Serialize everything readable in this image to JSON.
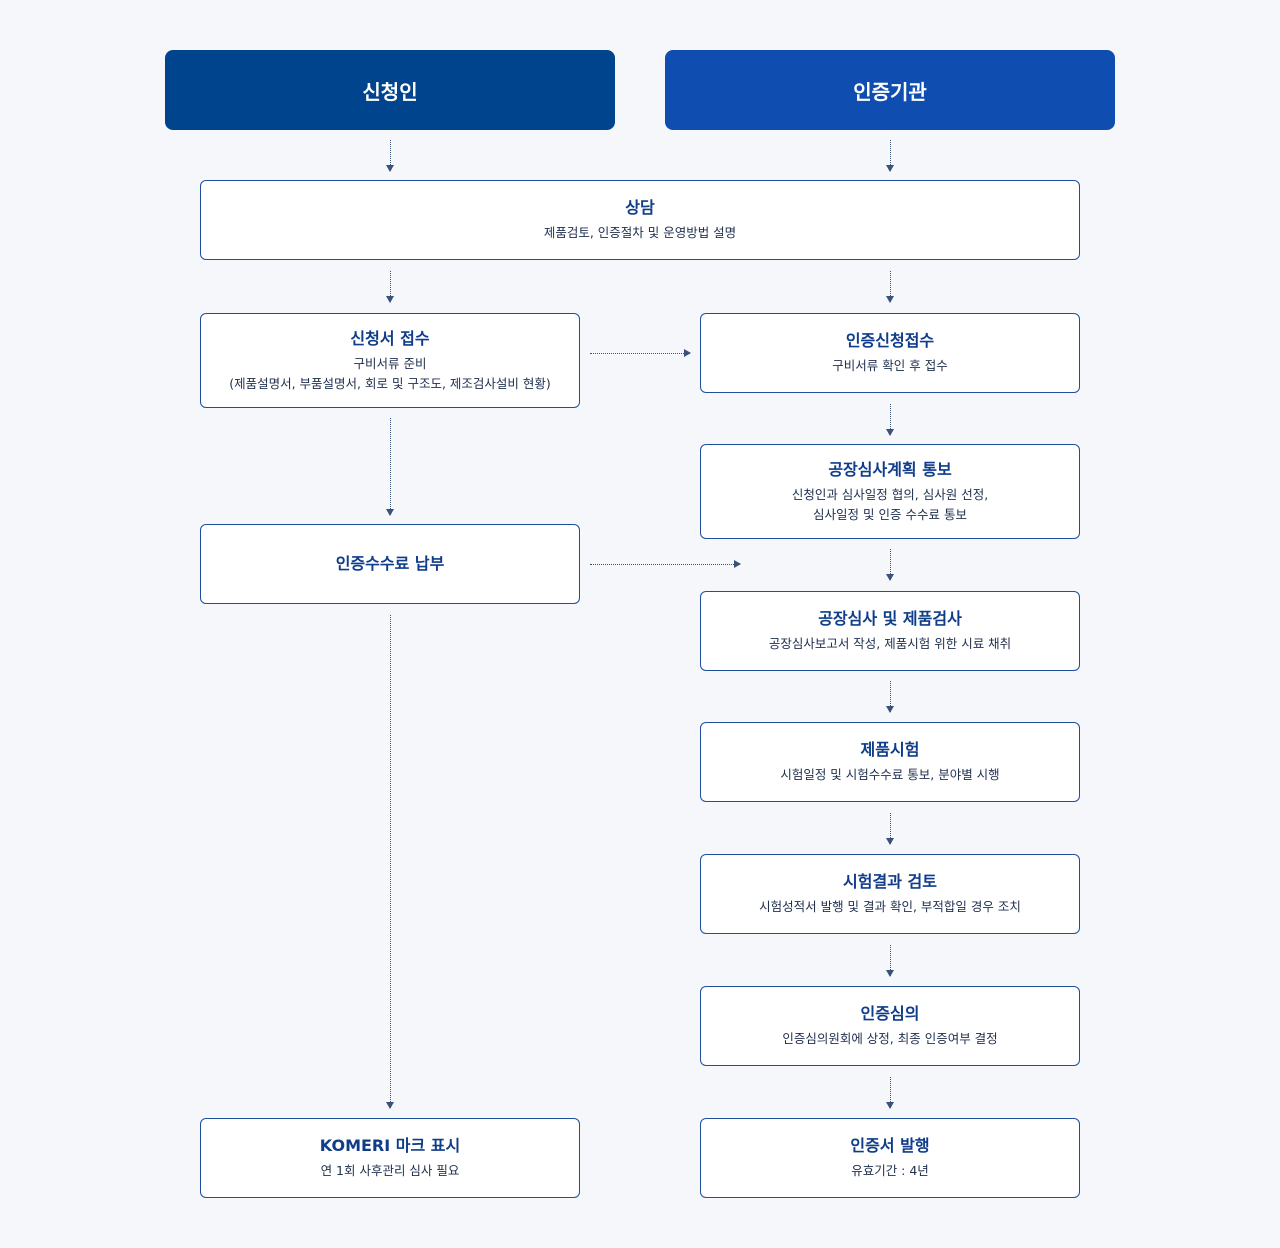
{
  "headers": {
    "applicant": "신청인",
    "certifier": "인증기관"
  },
  "colors": {
    "applicant_header": "#00448d",
    "certifier_header": "#0f4eb0",
    "box_border": "#1d4f9c",
    "title_text": "#0f3d8a",
    "background": "#f5f7fa"
  },
  "steps": {
    "consult": {
      "title": "상담",
      "desc": "제품검토, 인증절차 및 운영방법 설명"
    },
    "application_receipt": {
      "title": "신청서 접수",
      "desc": "구비서류 준비\n(제품설명서, 부품설명서, 회로 및 구조도, 제조검사설비 현황)"
    },
    "cert_application_receipt": {
      "title": "인증신청접수",
      "desc": "구비서류 확인 후 접수"
    },
    "factory_audit_plan": {
      "title": "공장심사계획 통보",
      "desc": "신청인과 심사일정 협의, 심사원 선정,\n심사일정 및 인증 수수료 통보"
    },
    "fee_payment": {
      "title": "인증수수료 납부"
    },
    "factory_audit": {
      "title": "공장심사 및 제품검사",
      "desc": "공장심사보고서 작성, 제품시험 위한 시료 채취"
    },
    "product_test": {
      "title": "제품시험",
      "desc": "시험일정 및 시험수수료 통보, 분야별 시행"
    },
    "test_review": {
      "title": "시험결과 검토",
      "desc": "시험성적서 발행 및 결과 확인, 부적합일 경우 조치"
    },
    "cert_review": {
      "title": "인증심의",
      "desc": "인증심의원회에 상정, 최종 인증여부 결정"
    },
    "mark_display": {
      "title": "KOMERI 마크 표시",
      "desc": "연 1회 사후관리 심사 필요"
    },
    "cert_issue": {
      "title": "인증서 발행",
      "desc": "유효기간 : 4년"
    }
  }
}
